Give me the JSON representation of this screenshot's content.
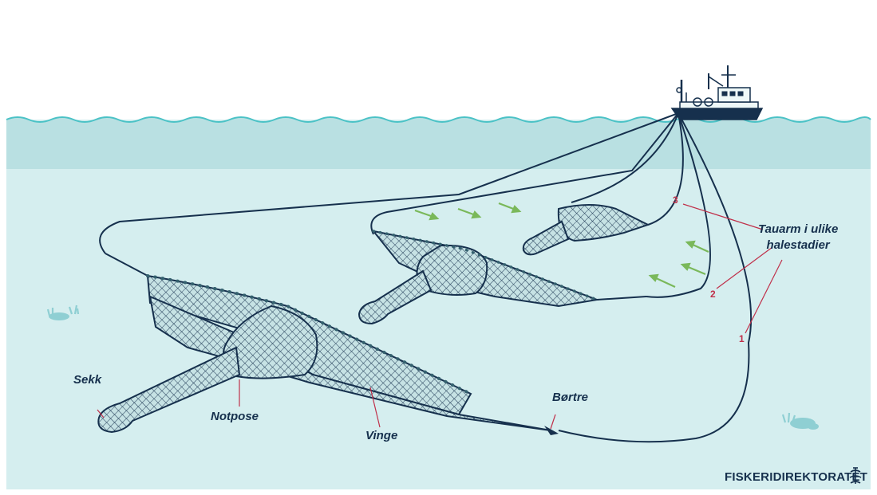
{
  "labels": {
    "sekk": "Sekk",
    "notpose": "Notpose",
    "vinge": "Vinge",
    "bortre": "Børtre",
    "tauarm_line1": "Tauarm i ulike",
    "tauarm_line2": "halestadier"
  },
  "stage_numbers": [
    "1",
    "2",
    "3"
  ],
  "brand": {
    "name": "FISKERIDIREKTORATET",
    "emblem_icon": "fiskeridirektoratet-emblem-icon"
  },
  "colors": {
    "sky": "#ffffff",
    "surface_band": "#b9e0e2",
    "water": "#d5eeef",
    "wave_line": "#4bc2c6",
    "net_outline": "#16304d",
    "net_fill": "#c6e2e4",
    "float_dots": "#35616f",
    "label_text": "#16304d",
    "stage_number": "#c0304a",
    "pointer_line": "#c0304a",
    "flow_arrows": "#7ab85a",
    "seaweed": "#8fcfd3"
  }
}
